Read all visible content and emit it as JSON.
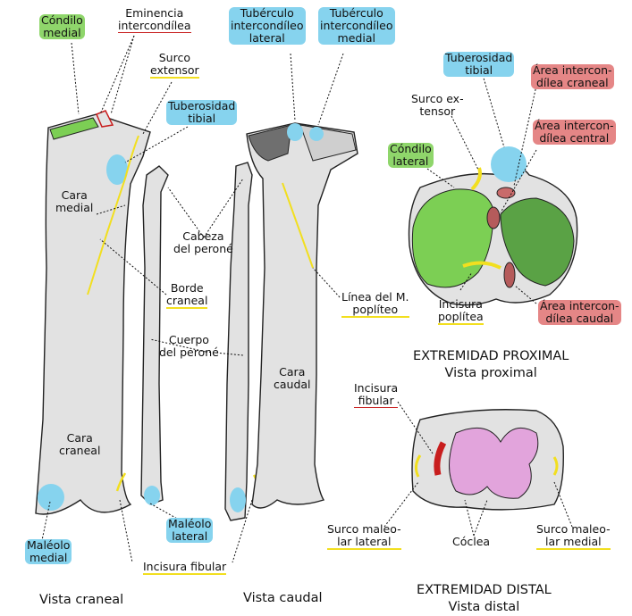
{
  "labels": {
    "condilo_medial": "Cóndilo\nmedial",
    "eminencia": "Eminencia\nintercondílea",
    "surco_extensor": "Surco\nextensor",
    "tuberosidad_tibial": "Tuberosidad\ntibial",
    "tuberculo_lateral": "Tubérculo\nintercondíleo\nlateral",
    "tuberculo_medial": "Tubérculo\nintercondíleo\nmedial",
    "cara_medial": "Cara\nmedial",
    "cabeza_perone": "Cabeza\ndel peroné",
    "borde_craneal": "Borde\ncraneal",
    "cuerpo_perone": "Cuerpo\ndel peroné",
    "linea_popliteo": "Línea del M.\npoplíteo",
    "cara_caudal": "Cara\ncaudal",
    "cara_craneal": "Cara\ncraneal",
    "maleolo_medial": "Maléolo\nmedial",
    "maleolo_lateral": "Maléolo\nlateral",
    "incisura_fibular": "Incisura fibular",
    "prox_tuberosidad": "Tuberosidad\ntibial",
    "area_craneal": "Área intercon-\ndílea craneal",
    "surco_extensor_2": "Surco ex-\ntensor",
    "area_central": "Área intercon-\ndílea central",
    "condilo_lateral": "Cóndilo\nlateral",
    "incisura_poplitea": "Incisura\npoplítea",
    "area_caudal": "Área intercon-\ndílea caudal",
    "incisura_fibular_2": "Incisura\nfibular",
    "surco_maleolar_lateral": "Surco maleo-\nlar lateral",
    "coclea": "Cóclea",
    "surco_maleolar_medial": "Surco maleo-\nlar medial"
  },
  "captions": {
    "vista_craneal": "Vista craneal",
    "vista_caudal": "Vista caudal",
    "ext_proximal": "EXTREMIDAD PROXIMAL\nVista proximal",
    "ext_distal": "EXTREMIDAD DISTAL\nVista distal"
  },
  "colors": {
    "green": "#8fd66b",
    "blue": "#86d3ee",
    "red": "#e58686",
    "yellow": "#f2df1f",
    "bone": "#e2e2e2",
    "pink": "#e2a4dc"
  }
}
